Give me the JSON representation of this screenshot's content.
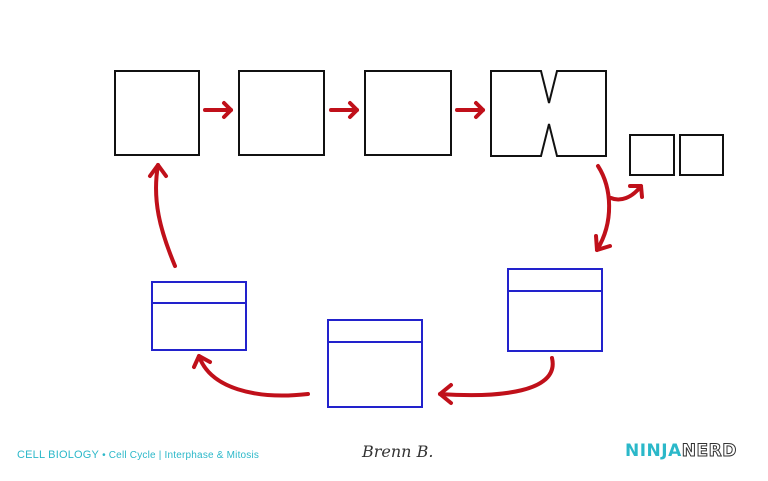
{
  "footer": {
    "course": "CELL BIOLOGY",
    "separator": " • ",
    "topic": "Cell Cycle | Interphase & Mitosis"
  },
  "signature": "Brenn B.",
  "logo": {
    "part1": "NINJA",
    "part2": "NERD"
  },
  "colors": {
    "mitosis_box": "#111111",
    "interphase_box": "#2222cc",
    "arrow": "#c0101a",
    "footer_text": "#2bb8c9"
  }
}
